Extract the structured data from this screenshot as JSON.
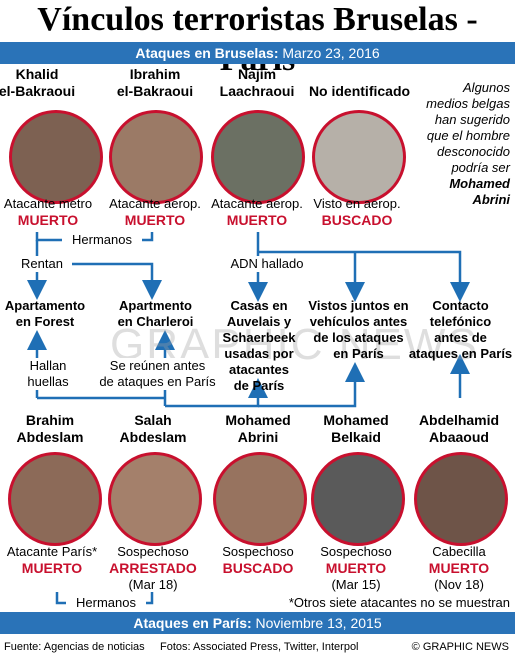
{
  "title": "Vínculos terroristas Bruselas -París",
  "band_top": {
    "bold": "Ataques en Bruselas:",
    "rest": " Marzo 23, 2016"
  },
  "band_bottom": {
    "bold": "Ataques en París:",
    "rest": " Noviembre 13, 2015"
  },
  "top_people": [
    {
      "name1": "Khalid",
      "name2": "el-Bakraoui",
      "role": "Atacante metro",
      "status": "MUERTO"
    },
    {
      "name1": "Ibrahim",
      "name2": "el-Bakraoui",
      "role": "Atacante aerop.",
      "status": "MUERTO"
    },
    {
      "name1": "Najim",
      "name2": "Laachraoui",
      "role": "Atacante aerop.",
      "status": "MUERTO"
    },
    {
      "name1": "No identificado",
      "name2": "",
      "role": "Visto en aerop.",
      "status": "BUSCADO"
    }
  ],
  "note_top": [
    "Algunos",
    "medios belgas",
    "han sugerido",
    "que el hombre",
    "desconocido",
    "podría ser"
  ],
  "note_top_bold": [
    "Mohamed",
    "Abrini"
  ],
  "labels": {
    "hermanos_top": "Hermanos",
    "rentan": "Rentan",
    "adn": "ADN hallado",
    "hallan": [
      "Hallan",
      "huellas"
    ],
    "reunen": [
      "Se reúnen antes",
      "de ataques en París"
    ],
    "hermanos_bottom": "Hermanos"
  },
  "boxes": {
    "forest": [
      "Apartamento",
      "en Forest"
    ],
    "charleroi": [
      "Apartmento",
      "en Charleroi"
    ],
    "casas": [
      "Casas en",
      "Auvelais y",
      "Schaerbeek",
      "usadas por",
      "atacantes",
      "de París"
    ],
    "vistos": [
      "Vistos juntos en",
      "vehículos antes",
      "de los ataques",
      "en París"
    ],
    "contacto": [
      "Contacto",
      "telefónico",
      "antes de",
      "ataques en París"
    ]
  },
  "bottom_people": [
    {
      "name1": "Brahim",
      "name2": "Abdeslam",
      "role": "Atacante París*",
      "status": "MUERTO",
      "date": ""
    },
    {
      "name1": "Salah",
      "name2": "Abdeslam",
      "role": "Sospechoso",
      "status": "ARRESTADO",
      "date": "(Mar 18)"
    },
    {
      "name1": "Mohamed",
      "name2": "Abrini",
      "role": "Sospechoso",
      "status": "BUSCADO",
      "date": ""
    },
    {
      "name1": "Mohamed",
      "name2": "Belkaid",
      "role": "Sospechoso",
      "status": "MUERTO",
      "date": "(Mar 15)"
    },
    {
      "name1": "Abdelhamid",
      "name2": "Abaaoud",
      "role": "Cabecilla",
      "status": "MUERTO",
      "date": "(Nov 18)"
    }
  ],
  "footnote": "*Otros siete atacantes no se muestran",
  "footer": {
    "source": "Fuente: Agencias de noticias",
    "photos": "Fotos: Associated Press, Twitter, Interpol",
    "credit": "© GRAPHIC NEWS"
  },
  "watermark": "GRAPHIC NEWS",
  "colors": {
    "accent": "#2a73b8",
    "status_red": "#c8102e",
    "line_blue": "#1f6fb5"
  }
}
